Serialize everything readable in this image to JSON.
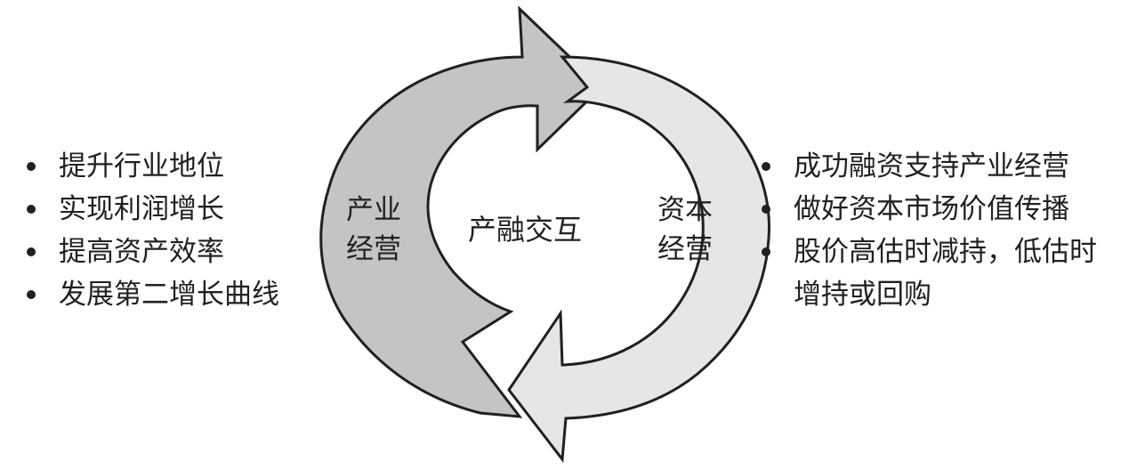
{
  "left_items": [
    "提升行业地位",
    "实现利润增长",
    "提高资产效率",
    "发展第二增长曲线"
  ],
  "right_items": [
    {
      "line1": "成功融资支持产业经营",
      "line2": ""
    },
    {
      "line1": "做好资本市场价值传播",
      "line2": ""
    },
    {
      "line1": "股价高估时减持，低估时",
      "line2": "增持或回购"
    }
  ],
  "industry_label": [
    "产业",
    "经营"
  ],
  "capital_label": [
    "资本",
    "经营"
  ],
  "center_label": "产融交互",
  "colors": {
    "industry_arrow": "#c4c4c4",
    "capital_arrow": "#e6e6e6",
    "outline": "#231f20",
    "text": "#231f20"
  }
}
